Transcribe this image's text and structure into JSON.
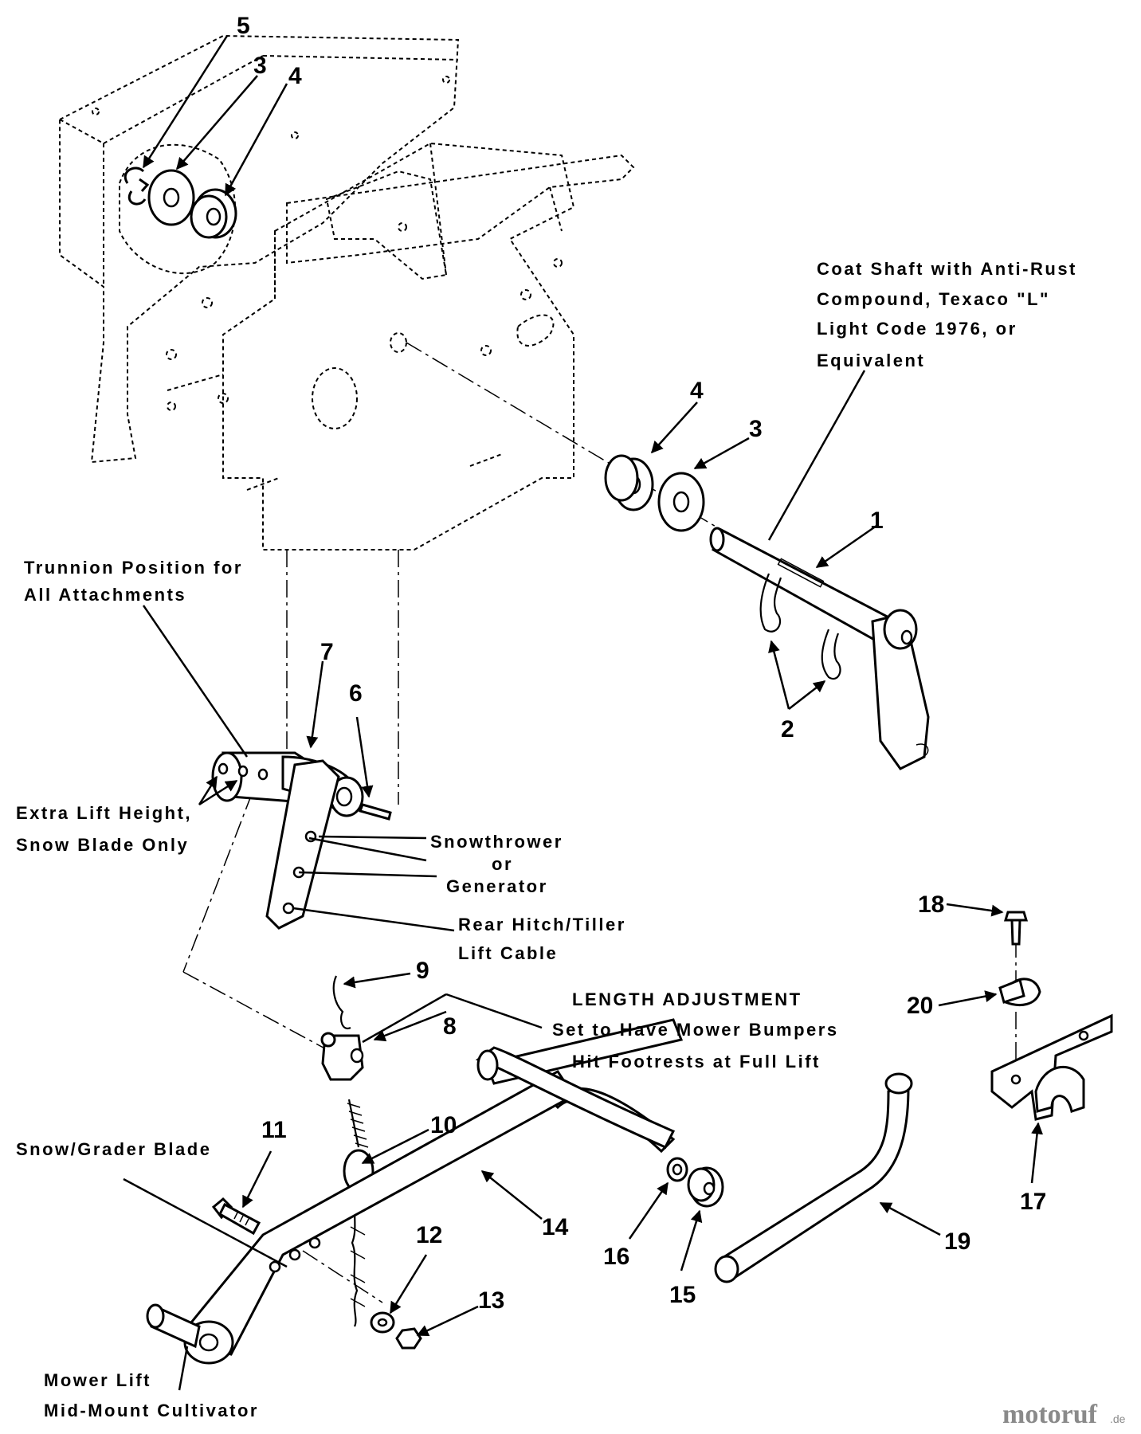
{
  "diagram": {
    "callouts": {
      "c1": "1",
      "c2": "2",
      "c3a": "3",
      "c3b": "3",
      "c4a": "4",
      "c4b": "4",
      "c5": "5",
      "c6": "6",
      "c7": "7",
      "c8": "8",
      "c9": "9",
      "c10": "10",
      "c11": "11",
      "c12": "12",
      "c13": "13",
      "c14": "14",
      "c15": "15",
      "c16": "16",
      "c17": "17",
      "c18": "18",
      "c19": "19",
      "c20": "20"
    },
    "notes": {
      "coat_shaft": [
        "Coat Shaft with Anti-Rust",
        "Compound, Texaco \"L\"",
        "Light Code 1976, or",
        "Equivalent"
      ],
      "trunnion": [
        "Trunnion Position for",
        "All Attachments"
      ],
      "extra_lift": [
        "Extra Lift Height,",
        "Snow Blade Only"
      ],
      "snowthrower": [
        "Snowthrower",
        "or",
        "Generator"
      ],
      "rear_hitch": [
        "Rear Hitch/Tiller",
        "Lift Cable"
      ],
      "length_adjustment": [
        "LENGTH ADJUSTMENT",
        "Set to Have Mower Bumpers",
        "Hit Footrests at Full Lift"
      ],
      "snow_grader": "Snow/Grader Blade",
      "mower_lift": [
        "Mower Lift",
        "Mid-Mount Cultivator"
      ]
    },
    "watermark": {
      "text": "motoruf",
      "suffix": ".de"
    }
  }
}
